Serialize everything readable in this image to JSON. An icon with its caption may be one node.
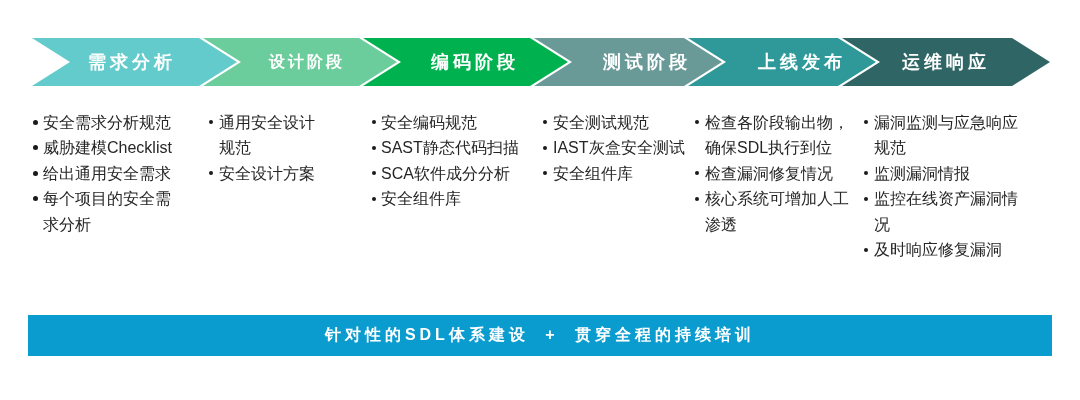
{
  "diagram": {
    "nodes": [
      {
        "text": [
          "需求分析"
        ],
        "beside": [
          "安全需求分析规范",
          "威胁建模Checklist",
          "给出通用安全需求",
          "每个项目的安全需求分析"
        ]
      },
      {
        "text": [
          "设计阶段"
        ],
        "beside": [
          "通用安全设计规范",
          "安全设计方案"
        ]
      },
      {
        "text": [
          "编码阶段"
        ],
        "beside": [
          "安全编码规范",
          "SAST静态代码扫描",
          "SCA软件成分分析",
          "安全组件库"
        ]
      },
      {
        "text": [
          "测试阶段"
        ],
        "beside": [
          "安全测试规范",
          "IAST灰盒安全测试",
          "安全组件库"
        ]
      },
      {
        "text": [
          "上线发布"
        ],
        "beside": [
          "检查各阶段输出物，确保SDL执行到位",
          "检查漏洞修复情况",
          "核心系统可增加人工渗透"
        ]
      },
      {
        "text": [
          "运维响应"
        ],
        "beside": [
          "漏洞监测与应急响应规范",
          "监测漏洞情报",
          "监控在线资产漏洞情况",
          "及时响应修复漏洞"
        ]
      },
      {
        "text": [
          "针对性的SDL体系建设 + 贯穿全程的持续培训"
        ]
      }
    ]
  }
}
